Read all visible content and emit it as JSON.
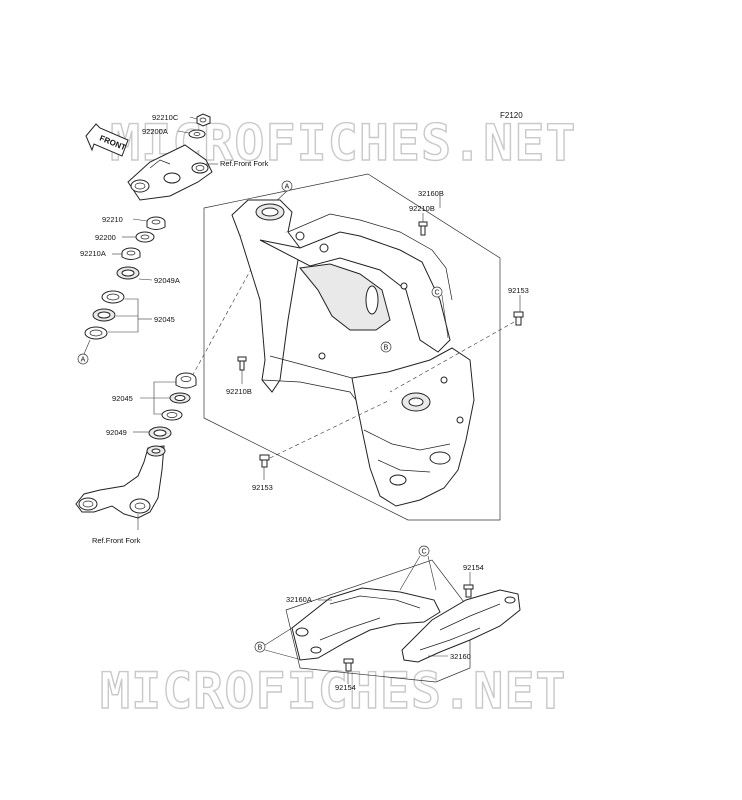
{
  "diagram_code": "F2120",
  "watermark": "MICROFICHES.NET",
  "front_arrow": "FRONT",
  "ref_front_fork": "Ref.Front Fork",
  "callouts": {
    "a": "A",
    "b": "B",
    "c": "C"
  },
  "parts": {
    "p92210C": "92210C",
    "p92200A": "92200A",
    "p92210": "92210",
    "p92200": "92200",
    "p92210A": "92210A",
    "p92049A": "92049A",
    "p92045_top": "92045",
    "p32160B": "32160B",
    "p92210B_top": "92210B",
    "p92153_right": "92153",
    "p92210B_low": "92210B",
    "p92045_low": "92045",
    "p92049": "92049",
    "p92153_low": "92153",
    "p92154_top": "92154",
    "p32160A": "32160A",
    "p32160": "32160",
    "p92154_low": "92154"
  }
}
